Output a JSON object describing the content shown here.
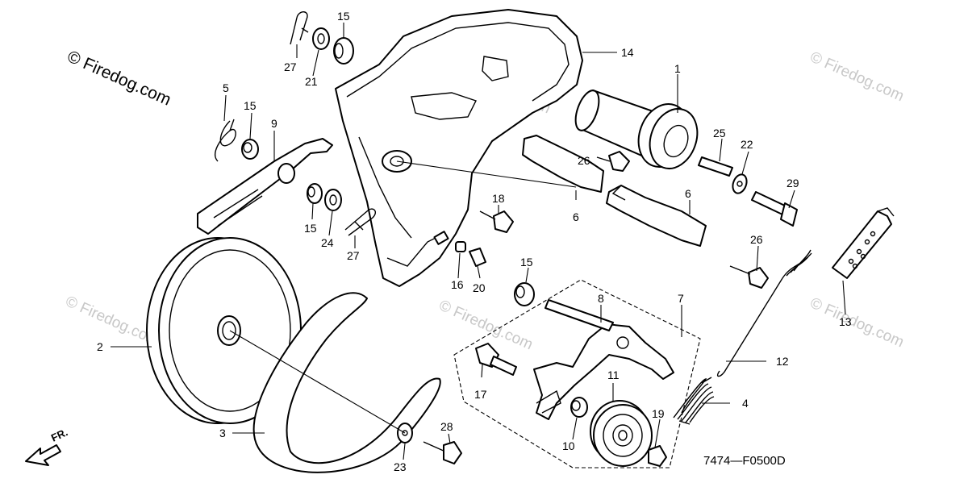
{
  "watermark_main": "© Firedog.com",
  "watermark_faint": "© Firedog.com",
  "figure_code": "7474—F0500D",
  "direction_label": "FR.",
  "callouts": {
    "c1": "1",
    "c2": "2",
    "c3": "3",
    "c4": "4",
    "c5": "5",
    "c6a": "6",
    "c6b": "6",
    "c7": "7",
    "c8": "8",
    "c9": "9",
    "c10": "10",
    "c11": "11",
    "c12": "12",
    "c13": "13",
    "c14": "14",
    "c15a": "15",
    "c15b": "15",
    "c15c": "15",
    "c15d": "15",
    "c16": "16",
    "c17": "17",
    "c18": "18",
    "c19": "19",
    "c20": "20",
    "c21": "21",
    "c22": "22",
    "c23": "23",
    "c24": "24",
    "c25": "25",
    "c26a": "26",
    "c26b": "26",
    "c27a": "27",
    "c27b": "27",
    "c28": "28",
    "c29": "29"
  },
  "icons": [
    "front-direction-arrow-icon"
  ]
}
